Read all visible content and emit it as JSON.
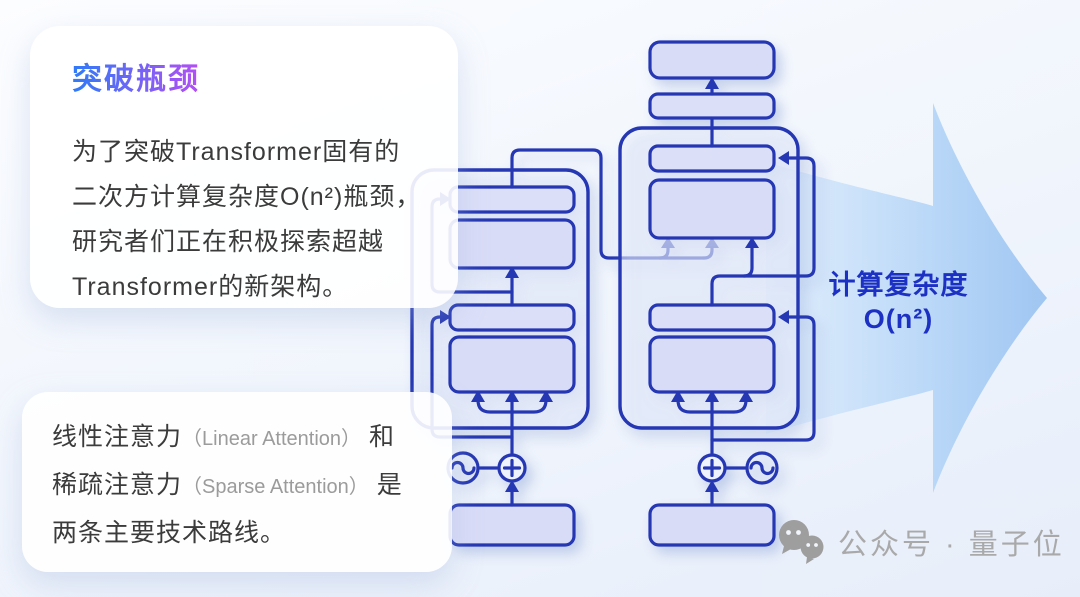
{
  "card_breakthrough": {
    "title": "突破瓶颈",
    "lines": [
      "为了突破Transformer固有的",
      "二次方计算复杂度O(n²)瓶颈，",
      "研究者们正在积极探索超越",
      "Transformer的新架构。"
    ]
  },
  "card_routes": {
    "line1_cn1": "线性注意力",
    "line1_en": "（Linear Attention）",
    "line1_cn2": " 和",
    "line2_cn1": "稀疏注意力",
    "line2_en": "（Sparse Attention）",
    "line2_cn2": " 是",
    "line3": "两条主要技术路线。"
  },
  "complexity_label": {
    "line1": "计算复杂度",
    "line2": "O(n²)"
  },
  "watermark": {
    "text": "公众号 · 量子位"
  },
  "colors": {
    "title_gradient_start": "#2f7bf7",
    "title_gradient_end": "#b44ef5",
    "diagram_line": "#2537b2",
    "diagram_box_fill": "#d9dcf7",
    "big_arrow_start": "#e0edfb",
    "big_arrow_end": "#9fc6f2",
    "complexity_text": "#1c31c3",
    "body_text": "#3b3b3b",
    "english_gray": "#9b9b9b",
    "watermark_gray": "#a9a9a9"
  }
}
